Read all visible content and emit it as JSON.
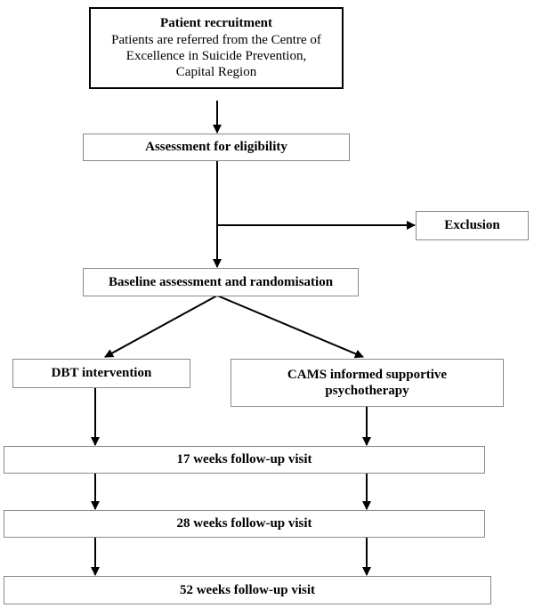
{
  "diagram": {
    "recruitment": {
      "title": "Patient recruitment",
      "line1": "Patients are referred from the Centre of",
      "line2": "Excellence in Suicide Prevention,",
      "line3": "Capital Region"
    },
    "eligibility": "Assessment for eligibility",
    "exclusion": "Exclusion",
    "baseline": "Baseline assessment and randomisation",
    "dbt": "DBT intervention",
    "cams_line1": "CAMS informed supportive",
    "cams_line2": "psychotherapy",
    "followup_17": "17 weeks follow-up visit",
    "followup_28": "28 weeks follow-up visit",
    "followup_52": "52 weeks follow-up visit"
  }
}
